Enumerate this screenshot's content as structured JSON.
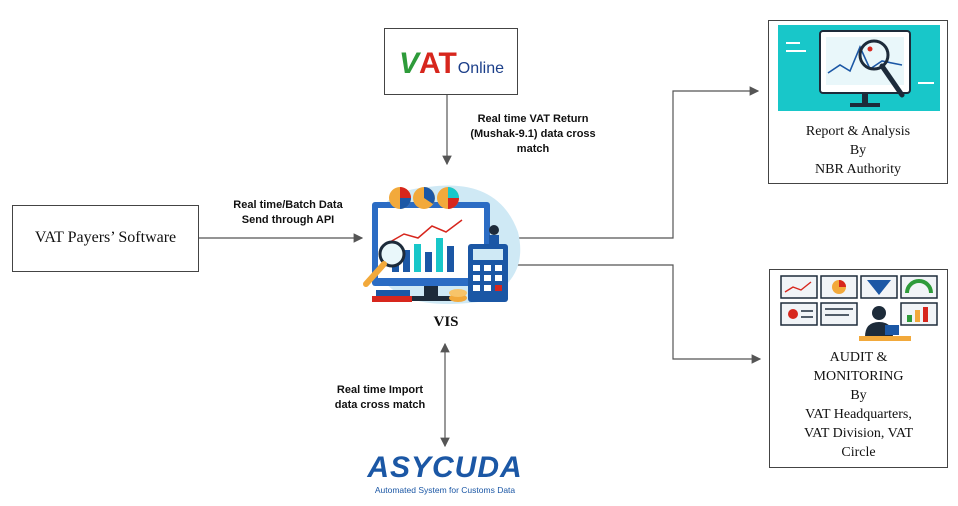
{
  "vat_online": {
    "logo_v": "V",
    "logo_at": "AT",
    "logo_online": "Online"
  },
  "vat_payers": {
    "label": "VAT Payers’ Software"
  },
  "report": {
    "line1": "Report & Analysis",
    "line2": "By",
    "line3": "NBR Authority"
  },
  "audit": {
    "line1": "AUDIT &",
    "line2": "MONITORING",
    "line3": "By",
    "line4": "VAT Headquarters,",
    "line5": "VAT Division, VAT",
    "line6": "Circle"
  },
  "vis": {
    "label": "VIS"
  },
  "asycuda": {
    "brand": "ASYCUDA",
    "tagline": "Automated System for Customs Data"
  },
  "edges": {
    "vat_return_1": "Real time VAT Return",
    "vat_return_2": "(Mushak-9.1)  data cross",
    "vat_return_3": "match",
    "api_1": "Real time/Batch Data",
    "api_2": "Send through API",
    "import_1": "Real time Import",
    "import_2": "data cross match"
  },
  "colors": {
    "vat_green": "#2e9b3a",
    "vat_red": "#d7261d",
    "asy_blue": "#1b57a5",
    "teal": "#18c7c9"
  }
}
